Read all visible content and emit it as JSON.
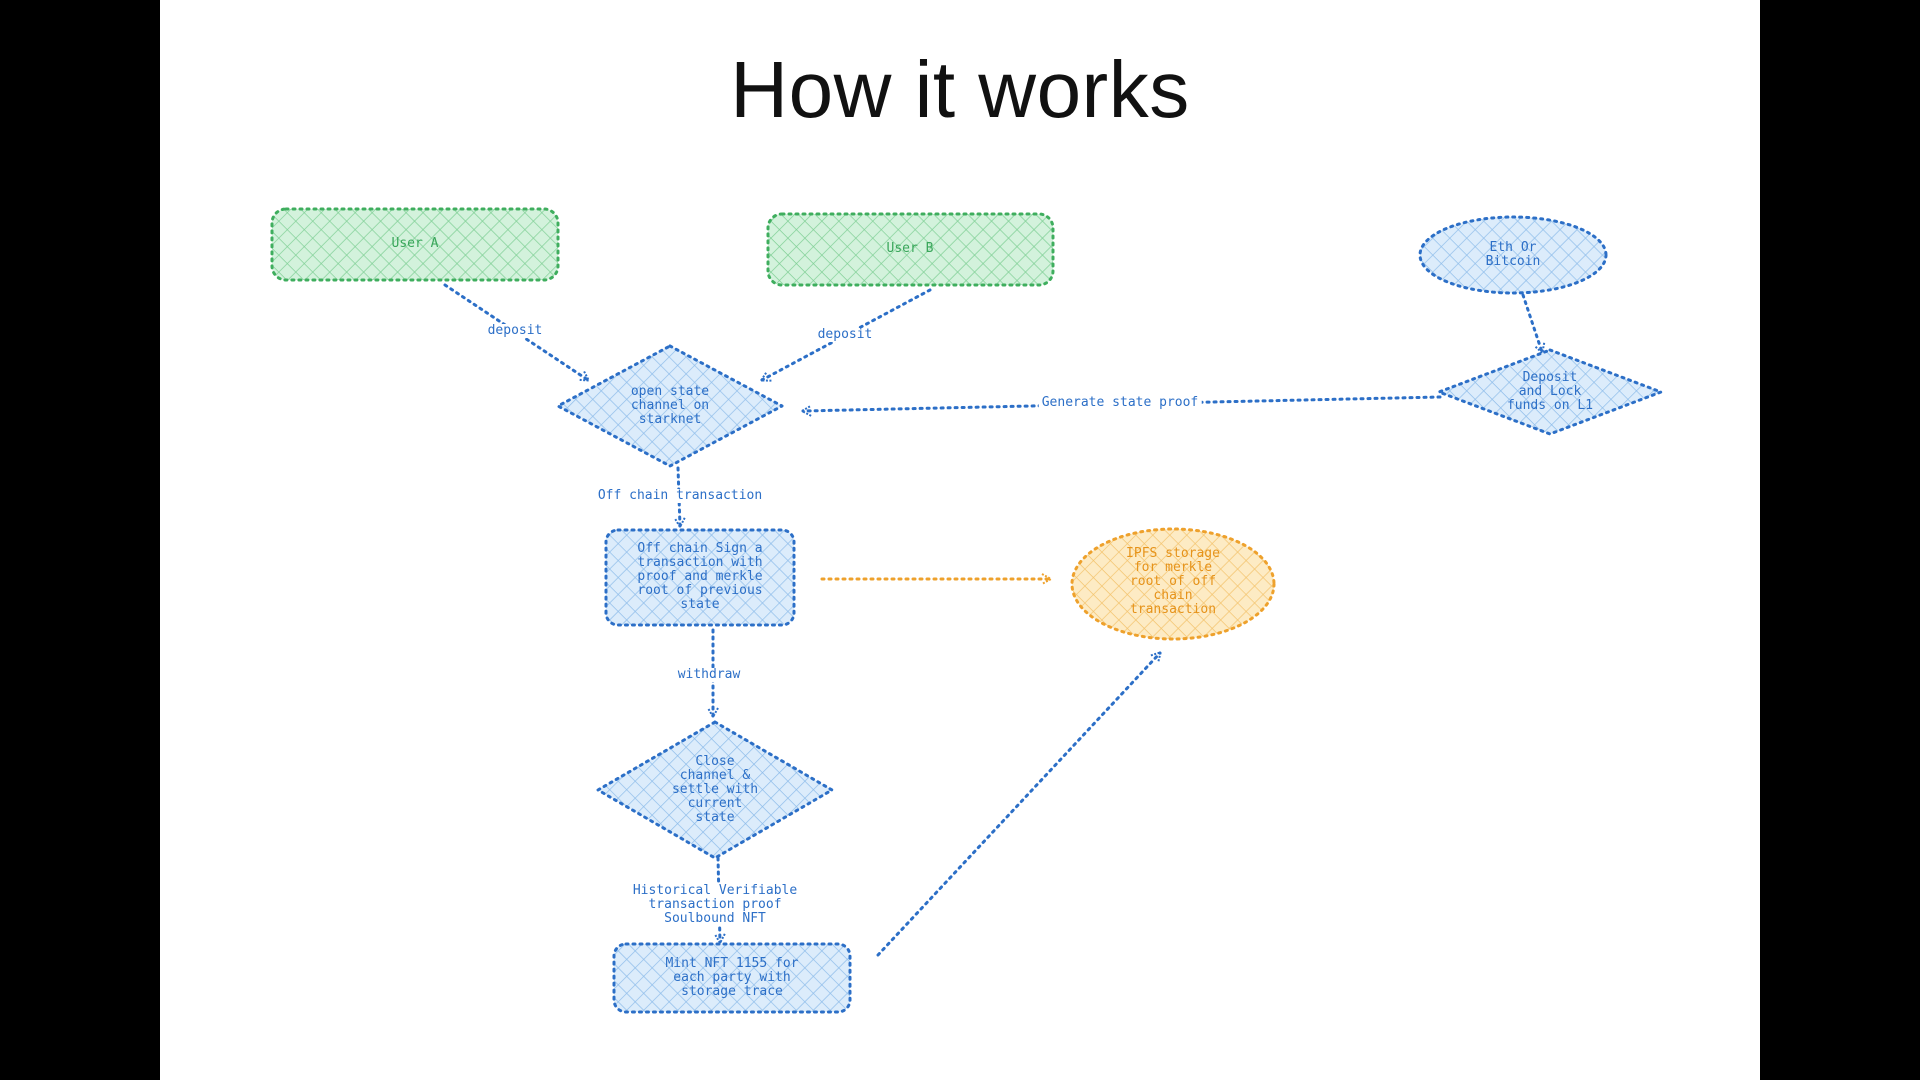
{
  "title": "How it works",
  "colors": {
    "green_fill": "#d3f2dc",
    "green_stroke": "#3fae5e",
    "blue_fill": "#d6e9fb",
    "blue_stroke": "#2c6fc7",
    "orange_fill": "#fde7b8",
    "orange_stroke": "#eea12c"
  },
  "nodes": {
    "user_a": "User A",
    "user_b": "User B",
    "eth_or_bitcoin": "Eth Or\nBitcoin",
    "open_state_channel": "open state\nchannel on\nstarknet",
    "deposit_lock": "Deposit\nand Lock\nfunds on L1",
    "off_chain_sign": "Off chain Sign a\ntransaction with\nproof and merkle\nroot of previous\nstate",
    "ipfs_storage": "IPFS storage\nfor merkle\nroot of off\nchain\ntransaction",
    "close_channel": "Close\nchannel &\nsettle with\ncurrent\nstate",
    "mint_nft": "Mint NFT 1155 for\neach party with\nstorage trace"
  },
  "edges": {
    "deposit_a": "deposit",
    "deposit_b": "deposit",
    "generate_state_proof": "Generate state proof",
    "off_chain_transaction": "Off chain transaction",
    "withdraw": "withdraw",
    "historical_proof": "Historical Verifiable\ntransaction proof\nSoulbound NFT"
  }
}
